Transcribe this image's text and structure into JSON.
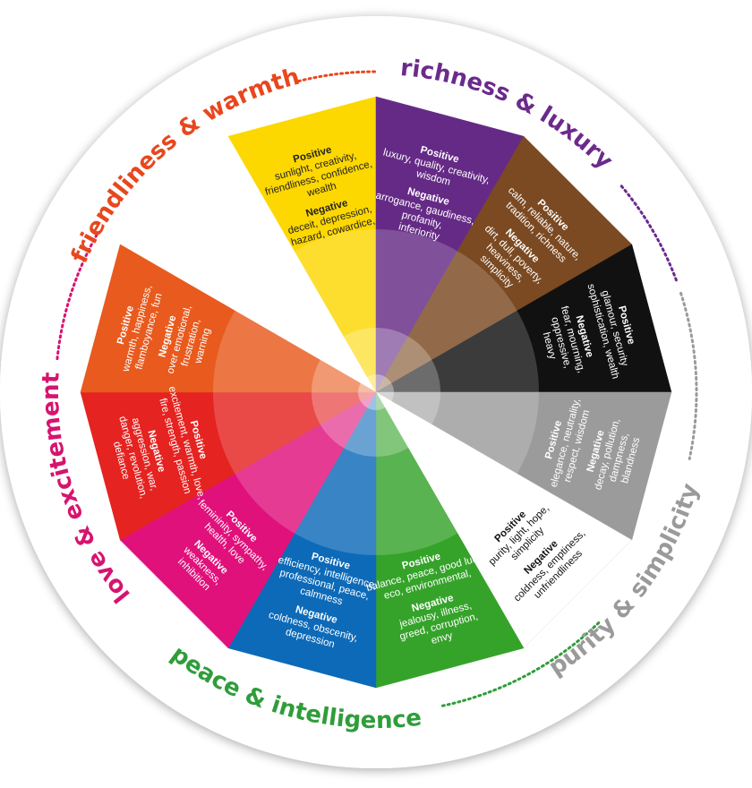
{
  "categories": [
    {
      "id": "friendliness",
      "label": "friendliness & warmth",
      "color": "#e8471e"
    },
    {
      "id": "richness",
      "label": "richness & luxury",
      "color": "#6b2a8c"
    },
    {
      "id": "purity",
      "label": "purity & simplicity",
      "color": "#9a9a9a"
    },
    {
      "id": "peace",
      "label": "peace & intelligence",
      "color": "#2f9d3a"
    },
    {
      "id": "love",
      "label": "love & excitement",
      "color": "#d7136f"
    }
  ],
  "segments": [
    {
      "id": "yellow",
      "color": "#fdd700",
      "text_color": "#222222",
      "positive_title": "Positive",
      "positive": [
        "sunlight, creativity,",
        "friendliness, confidence,",
        "wealth"
      ],
      "negative_title": "Negative",
      "negative": [
        "deceit, depression,",
        "hazard, cowardice,"
      ]
    },
    {
      "id": "purple",
      "color": "#652a86",
      "text_color": "#ffffff",
      "positive_title": "Positive",
      "positive": [
        "luxury, quality, creativity,",
        "wisdom"
      ],
      "negative_title": "Negative",
      "negative": [
        "arrogance, gaudiness,",
        "profanity,",
        "inferiority"
      ]
    },
    {
      "id": "brown",
      "color": "#7b4a22",
      "text_color": "#ffffff",
      "positive_title": "Positive",
      "positive": [
        "calm, reliable, nature,",
        "tradition, richness"
      ],
      "negative_title": "Negative",
      "negative": [
        "dirt, dull, poverty,",
        "heaviness,",
        "simplicity"
      ]
    },
    {
      "id": "black",
      "color": "#111111",
      "text_color": "#ffffff",
      "positive_title": "Positive",
      "positive": [
        "glamour, security",
        "sophistication, wealth"
      ],
      "negative_title": "Negative",
      "negative": [
        "fear, mourning,",
        "oppressive,",
        "heavy"
      ]
    },
    {
      "id": "grey",
      "color": "#9b9b9b",
      "text_color": "#ffffff",
      "positive_title": "Positive",
      "positive": [
        "elegance, neutrality,",
        "respect, wisdom"
      ],
      "negative_title": "Negative",
      "negative": [
        "decay, pollution,",
        "dampness,",
        "blandness"
      ]
    },
    {
      "id": "white",
      "color": "#ffffff",
      "text_color": "#111111",
      "positive_title": "Positive",
      "positive": [
        "purity, light, hope,",
        "simplicity"
      ],
      "negative_title": "Negative",
      "negative": [
        "coldness, emptiness,",
        "unfriendliness"
      ]
    },
    {
      "id": "green",
      "color": "#35a32a",
      "text_color": "#ffffff",
      "positive_title": "Positive",
      "positive": [
        "balance, peace, good luck",
        "eco, environmental,"
      ],
      "negative_title": "Negative",
      "negative": [
        "jealousy, illness,",
        "greed, corruption,",
        "envy"
      ]
    },
    {
      "id": "blue",
      "color": "#0d6ab8",
      "text_color": "#ffffff",
      "positive_title": "Positive",
      "positive": [
        "efficiency, intelligence,",
        "professional, peace,",
        "calmness"
      ],
      "negative_title": "Negative",
      "negative": [
        "coldness, obscenity,",
        "depression"
      ]
    },
    {
      "id": "magenta",
      "color": "#e0117a",
      "text_color": "#ffffff",
      "positive_title": "Positive",
      "positive": [
        "femininity, sympathy,",
        "health, love"
      ],
      "negative_title": "Negative",
      "negative": [
        "weakness,",
        "inhibition"
      ]
    },
    {
      "id": "red",
      "color": "#e52320",
      "text_color": "#ffffff",
      "positive_title": "Positive",
      "positive": [
        "excitement, warmth, love,",
        "fire, strength, passion"
      ],
      "negative_title": "Negative",
      "negative": [
        "aggression, war,",
        "danger, revolution,",
        "defiance"
      ]
    },
    {
      "id": "orange",
      "color": "#e85a1d",
      "text_color": "#ffffff",
      "positive_title": "Positive",
      "positive": [
        "warmth, happiness,",
        "flamboyance, fun"
      ],
      "negative_title": "Negative",
      "negative": [
        "over emotional,",
        "frustration,",
        "warning"
      ]
    }
  ]
}
